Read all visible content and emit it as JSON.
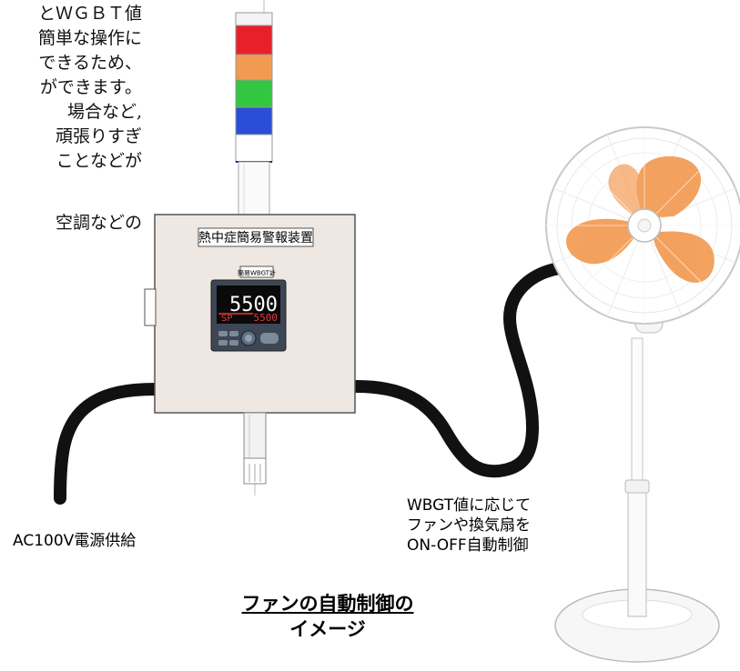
{
  "left_text": {
    "lines": [
      "とＷＧＢＴ値",
      "簡単な操作に",
      "できるため、",
      "ができます。",
      "場合など,",
      "頑張りすぎ",
      "ことなどが",
      "",
      "空調などの"
    ]
  },
  "panel": {
    "title": "熱中症簡易警報装置",
    "controller_tag": "簡易WBGT計",
    "display_pv": "5500",
    "display_sp_label": "SP",
    "display_sp": "5500"
  },
  "signal_tower": {
    "lights": [
      "#e8202a",
      "#f39a52",
      "#32c641",
      "#2a4fd6",
      "#ffffff"
    ]
  },
  "labels": {
    "power": "AC100V電源供給",
    "control_lines": [
      "WBGT値に応じて",
      "ファンや換気扇を",
      "ON-OFF自動制御"
    ]
  },
  "caption": {
    "line1": "ファンの自動制御の",
    "line2": "イメージ"
  },
  "colors": {
    "panel_fill": "#efe7e2",
    "fan_blade": "#f29a52",
    "cable": "#111111"
  }
}
